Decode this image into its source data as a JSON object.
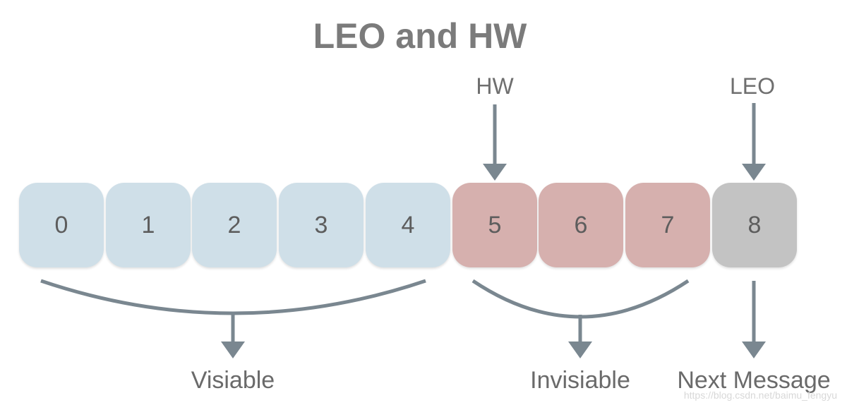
{
  "title": "LEO and HW",
  "pointers": {
    "hw_label": "HW",
    "leo_label": "LEO"
  },
  "cells": [
    {
      "value": "0",
      "state": "visible"
    },
    {
      "value": "1",
      "state": "visible"
    },
    {
      "value": "2",
      "state": "visible"
    },
    {
      "value": "3",
      "state": "visible"
    },
    {
      "value": "4",
      "state": "visible"
    },
    {
      "value": "5",
      "state": "invisible"
    },
    {
      "value": "6",
      "state": "invisible"
    },
    {
      "value": "7",
      "state": "invisible"
    },
    {
      "value": "8",
      "state": "next"
    }
  ],
  "groups": {
    "visible_label": "Visiable",
    "invisible_label": "Invisiable",
    "next_label": "Next Message"
  },
  "watermark": "https://blog.csdn.net/baimu_fengyu",
  "colors": {
    "visible": "#cfdfe8",
    "invisible": "#d6b0ae",
    "next": "#c3c3c3",
    "arrow": "#7a8790",
    "text": "#6a6a6a"
  }
}
